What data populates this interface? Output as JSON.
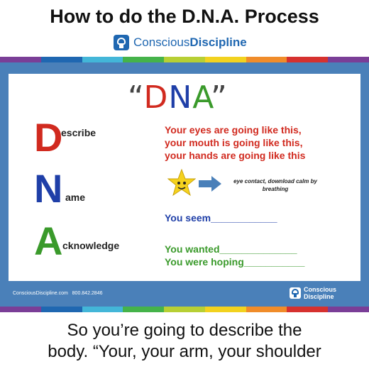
{
  "header": {
    "title": "How to do the D.N.A. Process",
    "brand_part1": "Conscious",
    "brand_part2": "Discipline"
  },
  "stripe_colors": [
    "#7a3e97",
    "#1f67b1",
    "#43b6d8",
    "#45b34a",
    "#b7cf34",
    "#f2d21f",
    "#f08c2a",
    "#d6312f",
    "#7a3e97"
  ],
  "frame_color": "#4a80b9",
  "dna": {
    "heading_open": "“",
    "heading_d": "D",
    "heading_n": "N",
    "heading_a": "A",
    "heading_close": "”",
    "colors": {
      "d": "#d12a1f",
      "n": "#1f3fa8",
      "a": "#3a9a2b"
    },
    "describe": {
      "letter": "D",
      "rest": "escribe"
    },
    "name": {
      "letter": "N",
      "rest": "ame"
    },
    "acknowledge": {
      "letter": "A",
      "rest": "cknowledge"
    }
  },
  "examples": {
    "describe_lines": [
      "Your eyes are going like this,",
      "your mouth is going like this,",
      "your hands are going like this"
    ],
    "star_note": "eye contact, download calm by breathing",
    "you_seem": "You seem____________",
    "you_wanted": "You wanted______________",
    "you_were_hoping": "You were hoping___________"
  },
  "footer": {
    "website": "ConsciousDiscipline.com",
    "phone": "800.842.2846",
    "brand_line1": "Conscious",
    "brand_line2": "Discipline"
  },
  "caption": {
    "line1": "So you’re going to describe the",
    "line2": "body. “Your, your arm, your shoulder"
  }
}
